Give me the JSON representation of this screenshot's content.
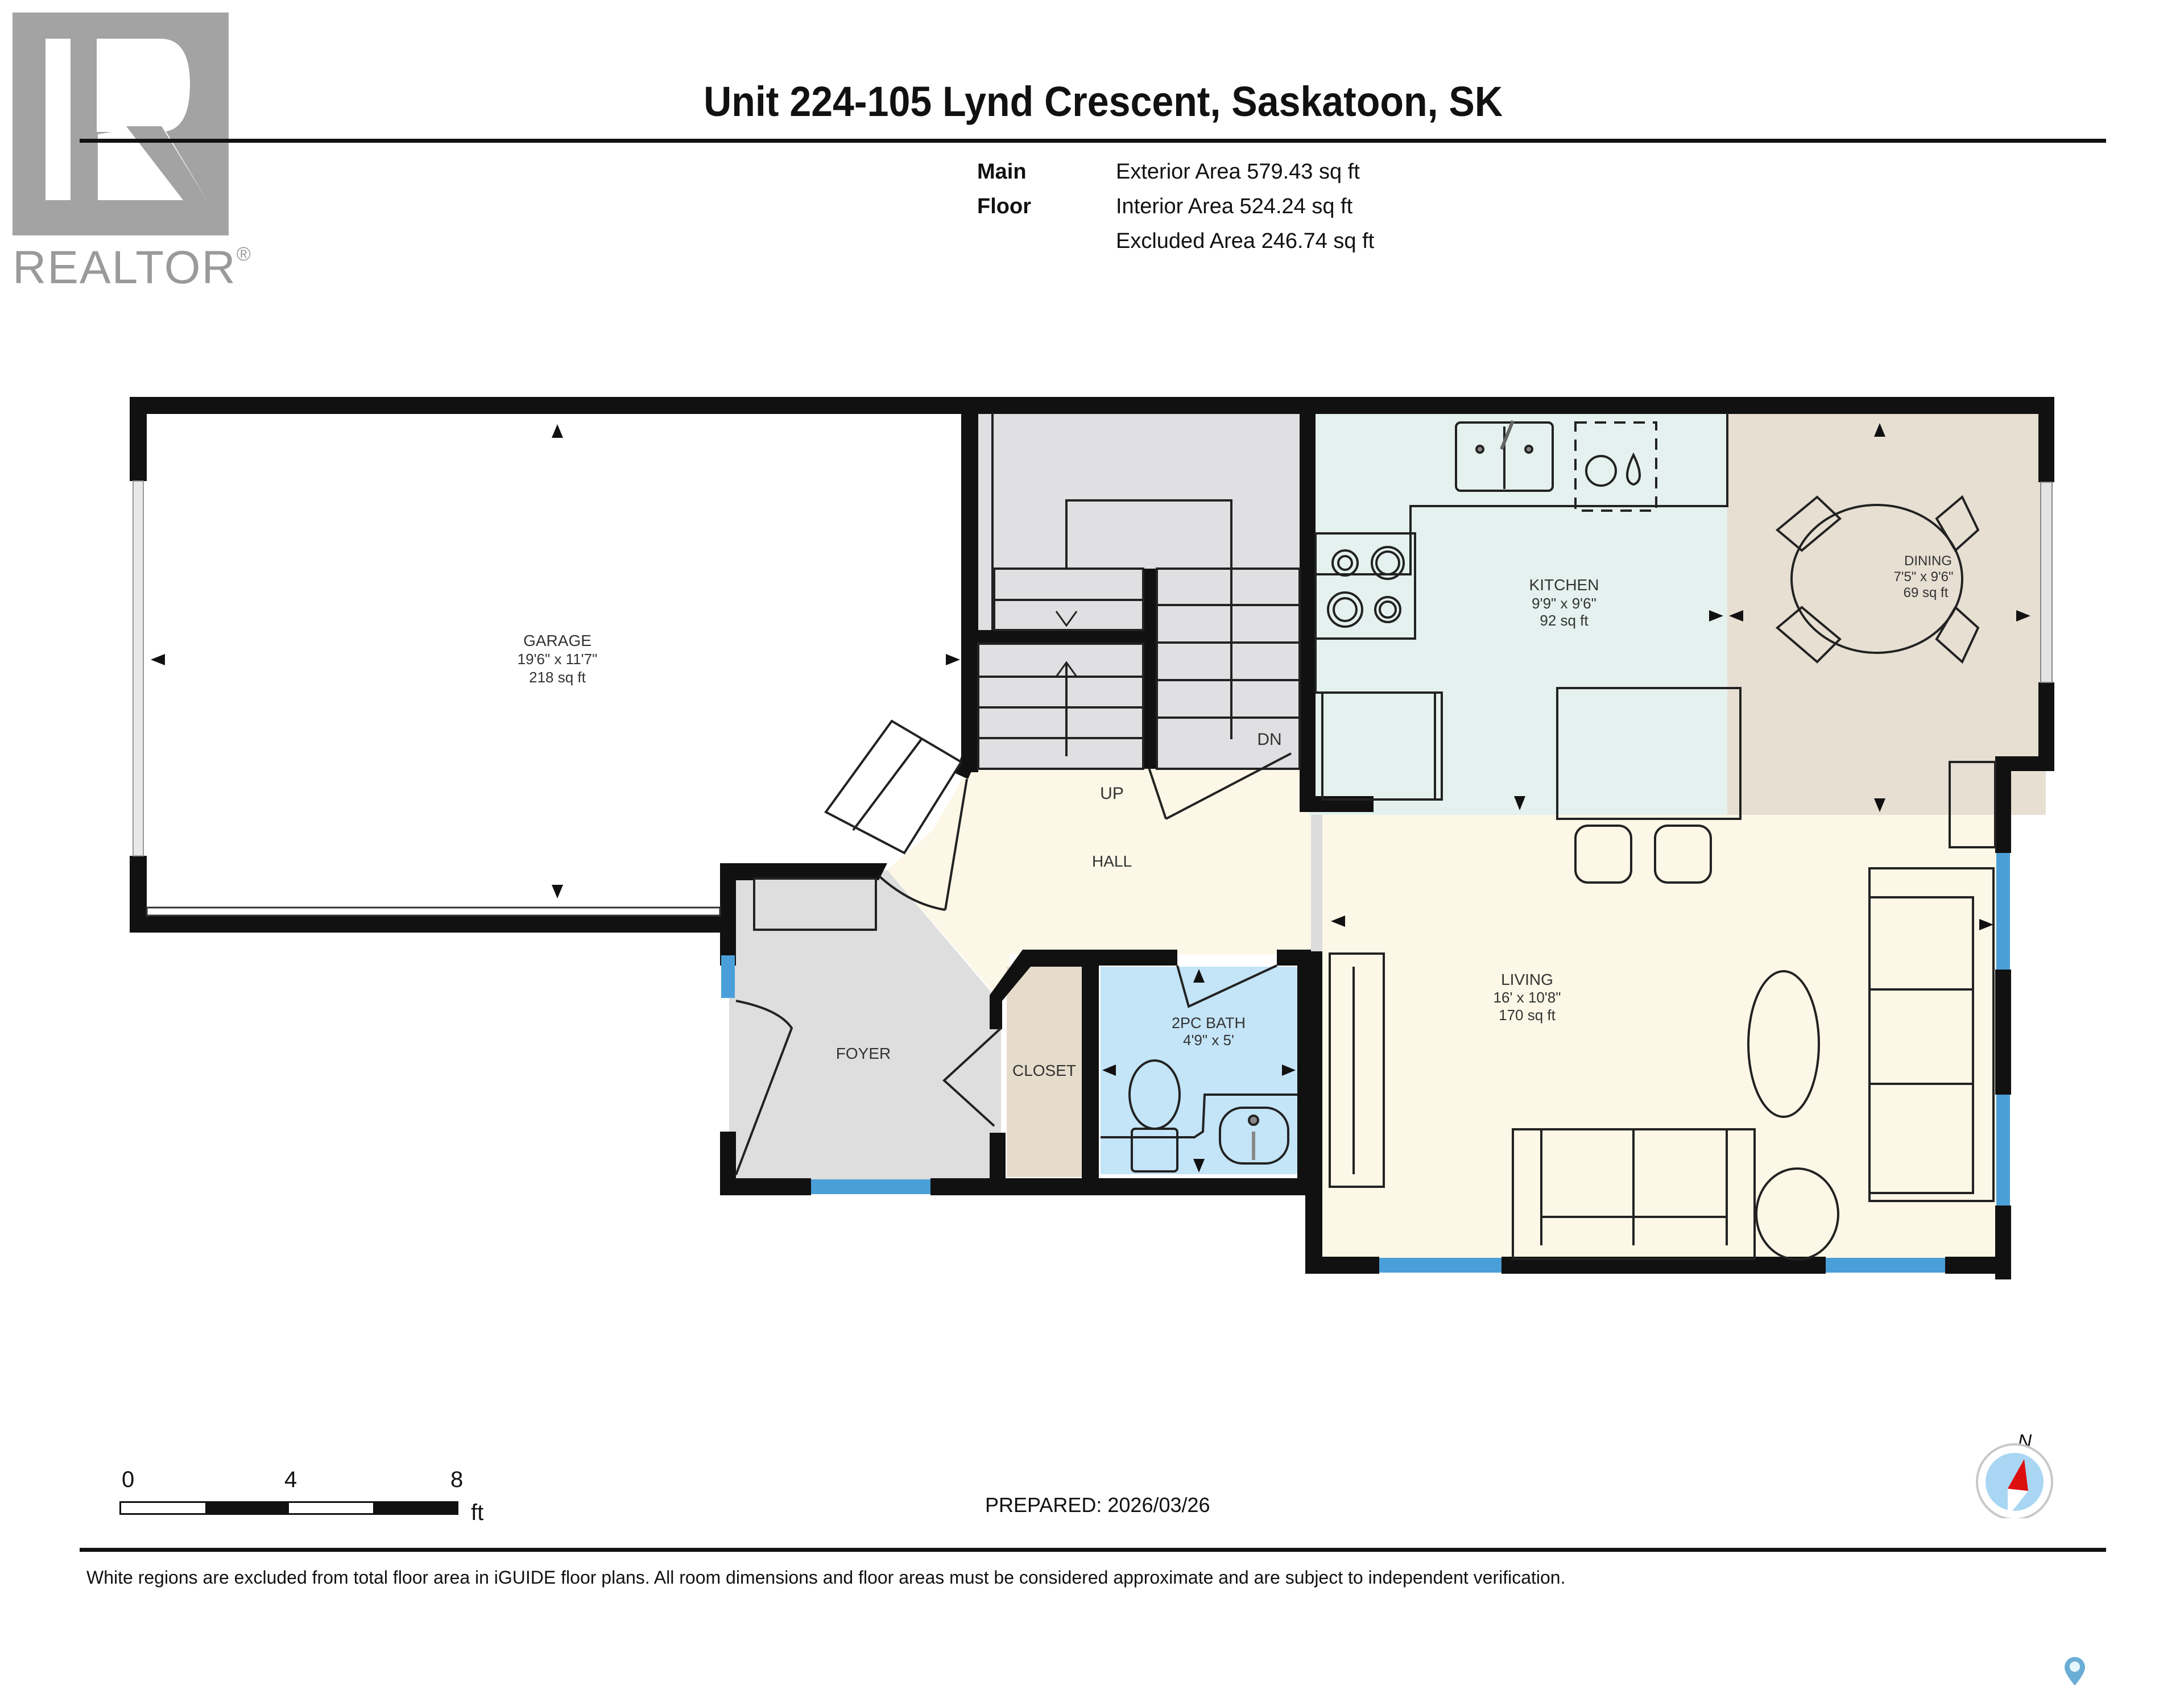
{
  "logo": {
    "text": "REALTOR",
    "mark": "®"
  },
  "header": {
    "title": "Unit 224-105 Lynd Crescent, Saskatoon, SK",
    "floor_name": "Main Floor",
    "areas": [
      "Exterior Area 579.43 sq ft",
      "Interior Area 524.24 sq ft",
      "Excluded Area 246.74 sq ft"
    ]
  },
  "rooms": {
    "garage": {
      "name": "GARAGE",
      "dims": "19'6\" x 11'7\"",
      "area": "218 sq ft"
    },
    "kitchen": {
      "name": "KITCHEN",
      "dims": "9'9\" x 9'6\"",
      "area": "92 sq ft"
    },
    "dining": {
      "name": "DINING",
      "dims": "7'5\" x 9'6\"",
      "area": "69 sq ft"
    },
    "hall": {
      "name": "HALL"
    },
    "living": {
      "name": "LIVING",
      "dims": "16' x 10'8\"",
      "area": "170 sq ft"
    },
    "foyer": {
      "name": "FOYER"
    },
    "closet": {
      "name": "CLOSET"
    },
    "bath": {
      "name": "2PC BATH",
      "dims": "4'9\" x 5'"
    }
  },
  "stairs": {
    "up": "UP",
    "down": "DN"
  },
  "colors": {
    "wall": "#111111",
    "garage": "#ffffff",
    "stairs": "#e0e0e2",
    "kitchen": "#e4f1ee",
    "dining": "#e7dfd2",
    "hall_living": "#fcf7e6",
    "foyer": "#dedede",
    "closet": "#e6dccb",
    "bath": "#c4e4f7",
    "window": "#4a9fd8"
  },
  "scale_bar": {
    "ticks": [
      "0",
      "4",
      "8"
    ],
    "unit": "ft"
  },
  "footer": {
    "prepared": "PREPARED: 2026/03/26",
    "compass_label": "N",
    "disclaimer": "White regions are excluded from total floor area in iGUIDE floor plans. All room dimensions and floor areas must be considered approximate and are subject to independent verification."
  }
}
